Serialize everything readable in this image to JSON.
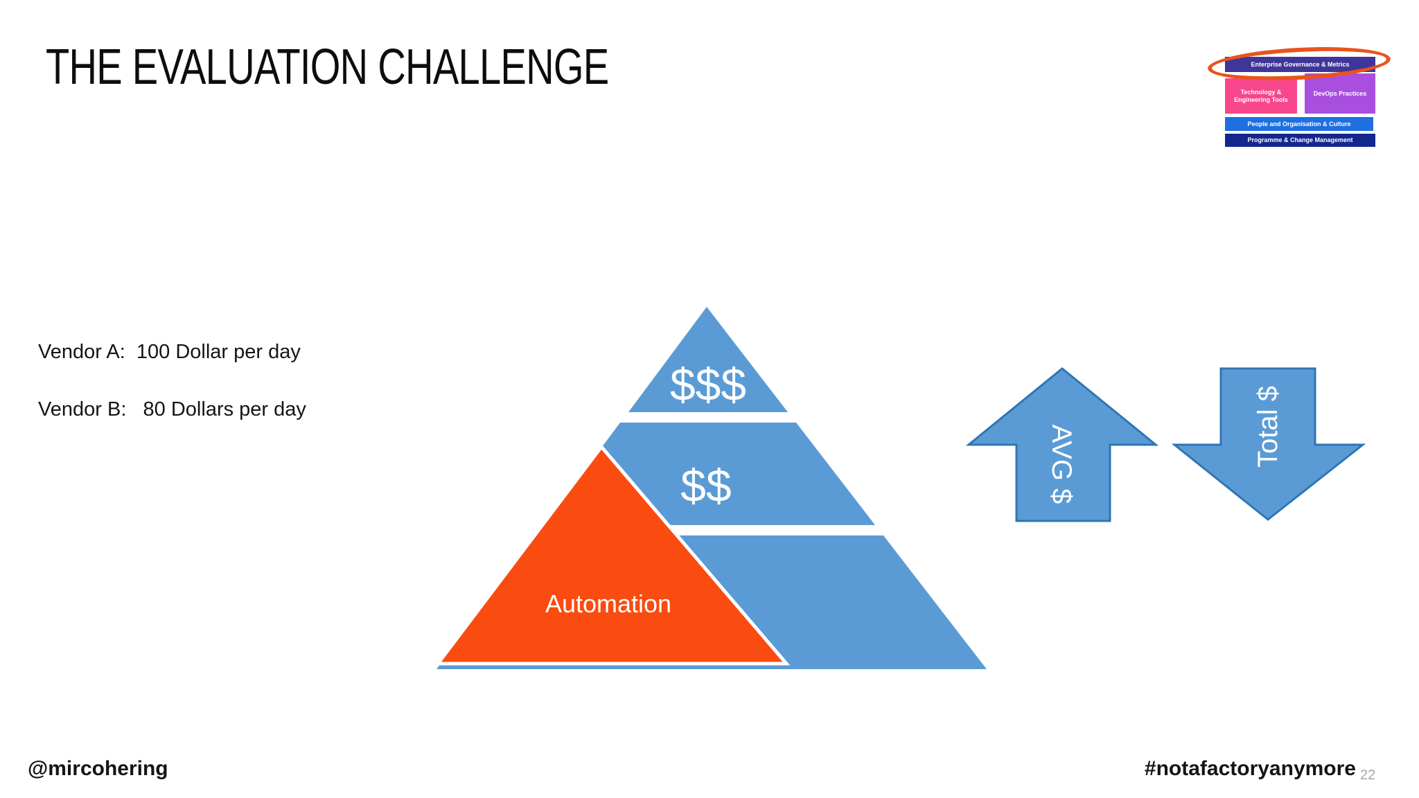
{
  "slide": {
    "title": "THE EVALUATION CHALLENGE",
    "footer_left": "@mircohering",
    "footer_right": "#notafactoryanymore",
    "page_number": "22",
    "background": "#ffffff"
  },
  "vendor_lines": {
    "vendor_a": "Vendor A:  100 Dollar per day",
    "vendor_b": "Vendor B:   80 Dollars per day"
  },
  "pyramid": {
    "top_label": "$$$",
    "middle_label": "$$",
    "automation_label": "Automation",
    "blue": "#5b9bd5",
    "orange": "#fa4b11",
    "outline": "#ffffff",
    "label_color": "#ffffff"
  },
  "arrows": {
    "up_label": "AVG $",
    "down_label": "Total $",
    "fill": "#5b9bd5",
    "stroke": "#2e75b6",
    "label_color": "#ffffff"
  },
  "logo": {
    "boxes": [
      {
        "label": "Enterprise Governance & Metrics",
        "color": "#3f3699"
      },
      {
        "label": "Technology & Engineering Tools",
        "color": "#f8468c"
      },
      {
        "label": "DevOps Practices",
        "color": "#a94fe0"
      },
      {
        "label": "People and Organisation & Culture",
        "color": "#1e6fe0"
      },
      {
        "label": "Programme & Change Management",
        "color": "#14278e"
      }
    ],
    "highlight_ellipse_color": "#e8541d"
  }
}
